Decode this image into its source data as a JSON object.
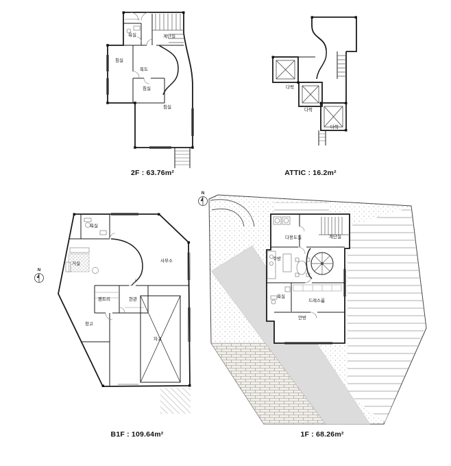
{
  "plans": {
    "f2": {
      "caption": "2F : 63.76m²",
      "rooms": [
        {
          "id": "bath",
          "label": "욕실"
        },
        {
          "id": "stair-hall",
          "label": "계단실"
        },
        {
          "id": "bedroom-1",
          "label": "침실"
        },
        {
          "id": "corridor",
          "label": "복도"
        },
        {
          "id": "bedroom-2",
          "label": "침실"
        },
        {
          "id": "bedroom-3",
          "label": "침실"
        }
      ]
    },
    "attic": {
      "caption": "ATTIC : 16.2m²",
      "rooms": [
        {
          "id": "attic-1",
          "label": "다락"
        },
        {
          "id": "attic-2",
          "label": "다락"
        },
        {
          "id": "attic-3",
          "label": "다락"
        }
      ]
    },
    "b1f": {
      "caption": "B1F : 109.64m²",
      "north": "N",
      "rooms": [
        {
          "id": "bath",
          "label": "욕실"
        },
        {
          "id": "living",
          "label": "거실"
        },
        {
          "id": "office",
          "label": "사무소"
        },
        {
          "id": "pantry",
          "label": "팬트리"
        },
        {
          "id": "entrance",
          "label": "현관"
        },
        {
          "id": "storage",
          "label": "창고"
        },
        {
          "id": "garage",
          "label": "차고"
        }
      ]
    },
    "f1": {
      "caption": "1F : 68.26m²",
      "north": "N",
      "rooms": [
        {
          "id": "utility",
          "label": "다용도실"
        },
        {
          "id": "stair-hall",
          "label": "계단실"
        },
        {
          "id": "kitchen",
          "label": "주방"
        },
        {
          "id": "bath",
          "label": "욕실"
        },
        {
          "id": "dressroom",
          "label": "드레스룸"
        },
        {
          "id": "master-bedroom",
          "label": "안방"
        }
      ]
    }
  }
}
